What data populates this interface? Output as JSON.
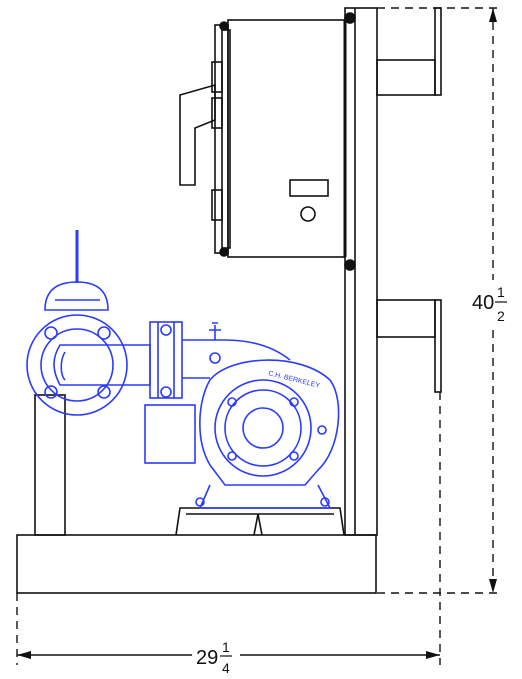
{
  "colors": {
    "line": "#111111",
    "pump": "#2b3bff",
    "background": "#ffffff"
  },
  "dimensions": {
    "height": {
      "whole": "40",
      "numerator": "1",
      "denominator": "2"
    },
    "width": {
      "whole": "29",
      "numerator": "1",
      "denominator": "4"
    }
  },
  "pump_label": "C.H. BERKELEY"
}
